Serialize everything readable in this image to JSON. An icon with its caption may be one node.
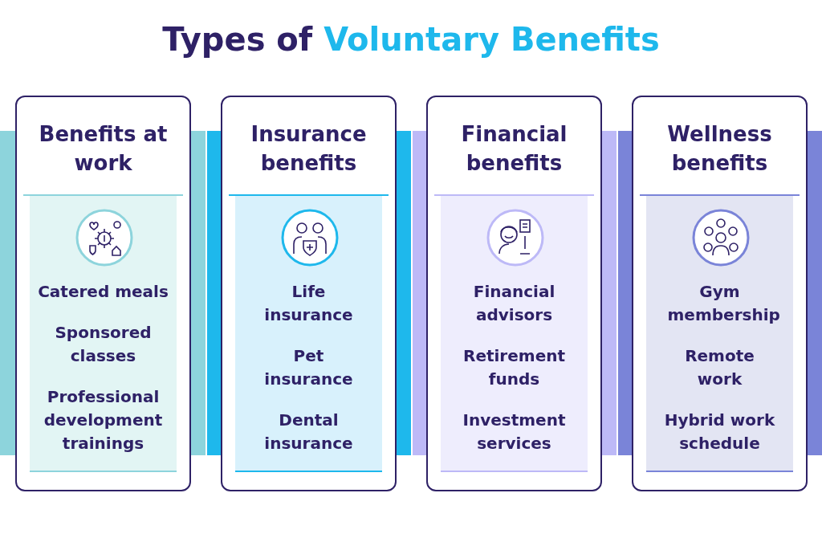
{
  "diagram": {
    "title": "Types of **Voluntary Benefits**",
    "nodes": [
      {
        "text": [
          "Benefits at work",
          "Catered meals",
          "Sponsored classes",
          "Professional development trainings"
        ]
      },
      {
        "text": [
          "Insurance benefits",
          "Life insurance",
          "Pet insurance",
          "Dental insurance"
        ]
      },
      {
        "text": [
          "Financial benefits",
          "Financial advisors",
          "Retirement funds",
          "Investment services"
        ]
      },
      {
        "text": [
          "Wellness benefits",
          "Gym membership",
          "Remote work",
          "Hybrid work schedule"
        ]
      }
    ],
    "edges": []
  }
}
